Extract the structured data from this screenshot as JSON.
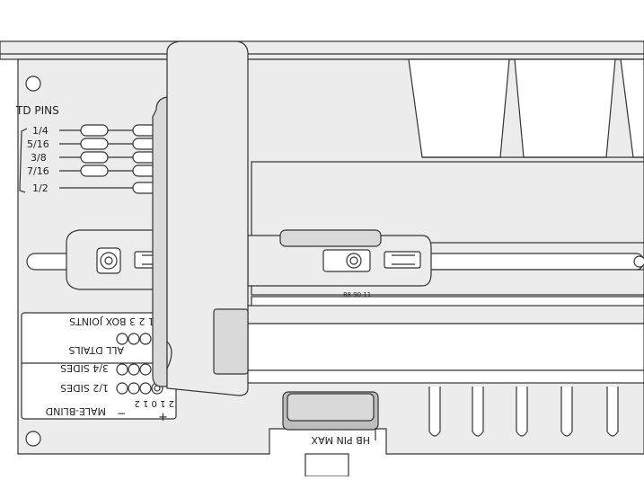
{
  "labels": {
    "td_pins": "TD PINS",
    "pin_sizes": [
      "1/4",
      "5/16",
      "3/8",
      "7/16",
      "1/2"
    ],
    "box_joints": "1 2 3 BOX JOINTS",
    "all_dtails": "ALL DTAILS",
    "sides_34": "3/4 SIDES",
    "sides_12": "1/2 SIDES",
    "scale_numbers": "2 1 0 1 2",
    "male_blind": "MALE-BLIND",
    "minus": "−",
    "plus": "+",
    "hb_pin_max": "HB PIN MAX",
    "small_marks": "88 90 11"
  },
  "colors": {
    "line": "#333333",
    "plate": "#ececec",
    "shade": "#d9d9d9",
    "dark": "#bdbdbd"
  }
}
